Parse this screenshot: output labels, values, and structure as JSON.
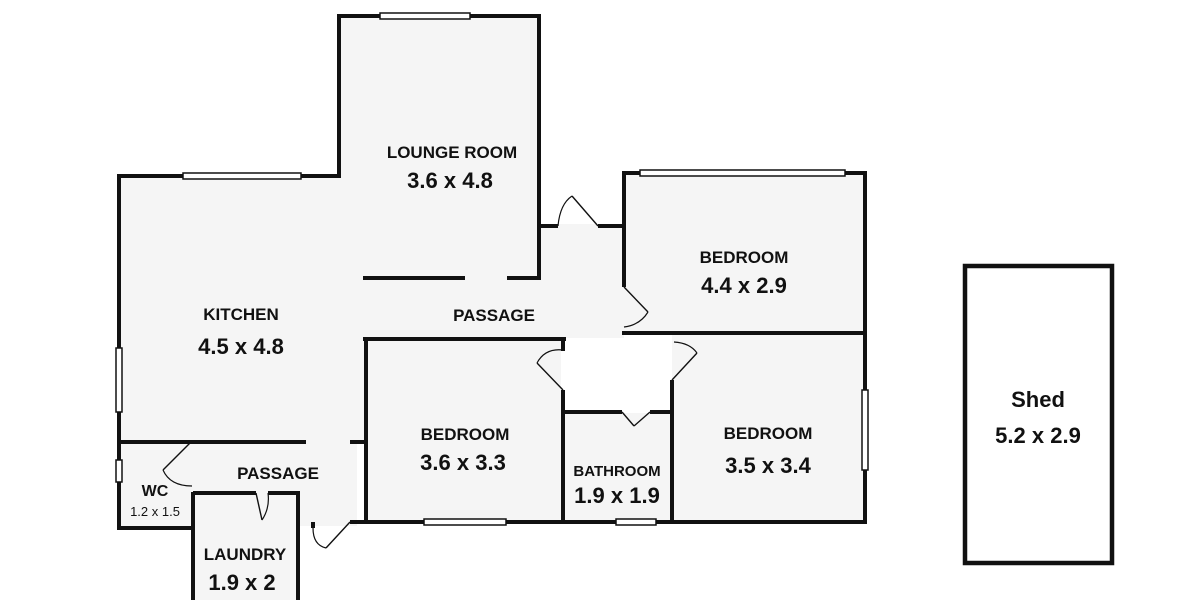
{
  "rooms": {
    "lounge": {
      "name": "LOUNGE ROOM",
      "dims": "3.6 x 4.8"
    },
    "kitchen": {
      "name": "KITCHEN",
      "dims": "4.5 x 4.8"
    },
    "passage": {
      "name": "PASSAGE"
    },
    "bedroom_tr": {
      "name": "BEDROOM",
      "dims": "4.4 x 2.9"
    },
    "bedroom_c": {
      "name": "BEDROOM",
      "dims": "3.6 x 3.3"
    },
    "bathroom": {
      "name": "BATHROOM",
      "dims": "1.9 x 1.9"
    },
    "bedroom_br": {
      "name": "BEDROOM",
      "dims": "3.5 x 3.4"
    },
    "wc": {
      "name": "WC",
      "dims": "1.2 x 1.5"
    },
    "passage_2": {
      "name": "PASSAGE"
    },
    "laundry": {
      "name": "LAUNDRY",
      "dims": "1.9 x 2"
    }
  },
  "shed": {
    "name": "Shed",
    "dims": "5.2 x 2.9"
  }
}
